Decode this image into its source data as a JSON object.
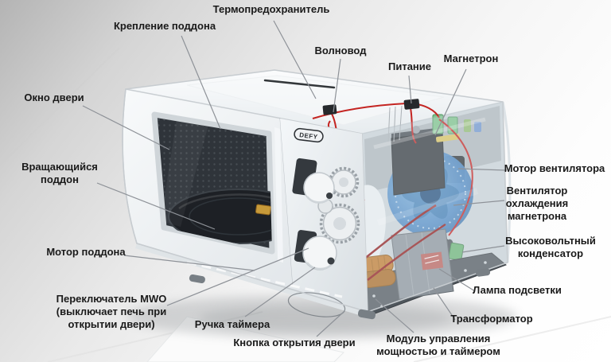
{
  "figure": {
    "subject": "microwave-oven-cutaway-parts-diagram",
    "language": "ru",
    "brand_logo": "DEFY"
  },
  "colors": {
    "label_text": "#1a1a1a",
    "leader_line": "#8e9298",
    "body_white": "#f2f5f7",
    "mesh_dark": "#2f343a",
    "wire_red": "#c42421",
    "wire_dark_red": "#8f1a1a",
    "fan_blue": "#4a86c2",
    "copper": "#bf7a2e",
    "component_green": "#7cc089",
    "base_plate": "#4f565c"
  },
  "labels": [
    {
      "id": "thermal-fuse",
      "text": "Термопредохранитель"
    },
    {
      "id": "tray-mount",
      "text": "Крепление поддона"
    },
    {
      "id": "waveguide",
      "text": "Волновод"
    },
    {
      "id": "power-supply",
      "text": "Питание"
    },
    {
      "id": "magnetron",
      "text": "Магнетрон"
    },
    {
      "id": "door-window",
      "text": "Окно двери"
    },
    {
      "id": "rotating-tray",
      "text": "Вращающийся поддон"
    },
    {
      "id": "tray-motor",
      "text": "Мотор поддона"
    },
    {
      "id": "mwo-switch",
      "text": "Переключатель MWO (выключает печь при открытии двери)"
    },
    {
      "id": "timer-knob",
      "text": "Ручка таймера"
    },
    {
      "id": "door-open-button",
      "text": "Кнопка открытия двери"
    },
    {
      "id": "fan-motor",
      "text": "Мотор вентилятора"
    },
    {
      "id": "cooling-fan",
      "text": "Вентилятор охлаждения магнетрона"
    },
    {
      "id": "hv-capacitor",
      "text": "Высоковольтный конденсатор"
    },
    {
      "id": "backlight-lamp",
      "text": "Лампа подсветки"
    },
    {
      "id": "transformer",
      "text": "Трансформатор"
    },
    {
      "id": "control-module",
      "text": "Модуль управления мощностью и таймером"
    }
  ]
}
